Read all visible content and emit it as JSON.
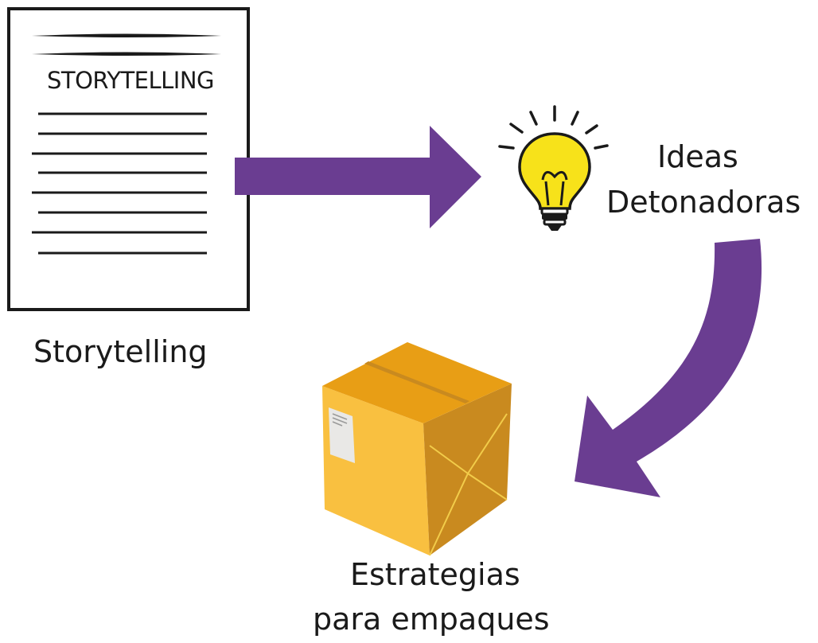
{
  "document": {
    "header_text": "STORYTELLING",
    "caption": "Storytelling"
  },
  "idea": {
    "line1": "Ideas",
    "line2": "Detonadoras",
    "icon": "lightbulb-icon"
  },
  "strategy": {
    "line1": "Estrategias",
    "line2": "para empaques",
    "icon": "package-box-icon"
  },
  "colors": {
    "arrow": "#6a3d91",
    "bulb": "#f7e21a",
    "box_front": "#f5b43a",
    "box_side": "#c98a1f",
    "box_top": "#e89e15",
    "ink": "#1a1a1a"
  }
}
